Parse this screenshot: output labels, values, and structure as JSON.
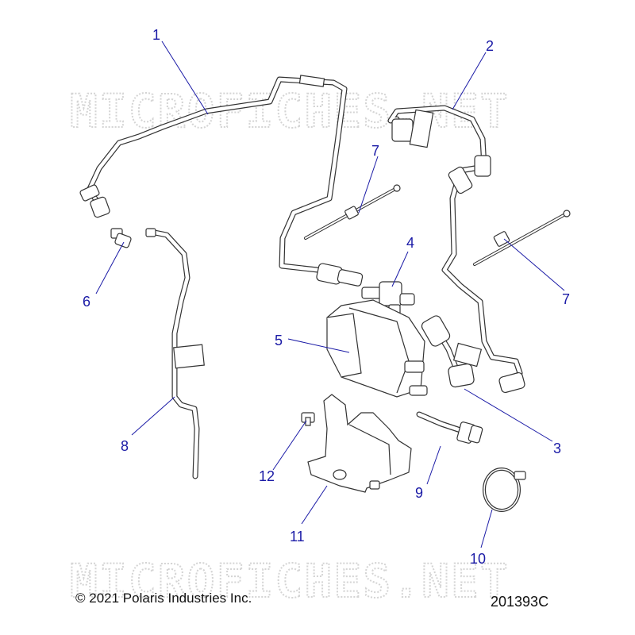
{
  "watermark": "MICROFICHES.NET",
  "copyright": "© 2021 Polaris Industries Inc.",
  "drawing_id": "201393C",
  "callouts": [
    "1",
    "2",
    "3",
    "4",
    "5",
    "6",
    "7",
    "7",
    "8",
    "9",
    "10",
    "11",
    "12"
  ],
  "colors": {
    "callout": "#1a1aa6",
    "line": "#333333",
    "watermark": "#d4d4d4"
  }
}
